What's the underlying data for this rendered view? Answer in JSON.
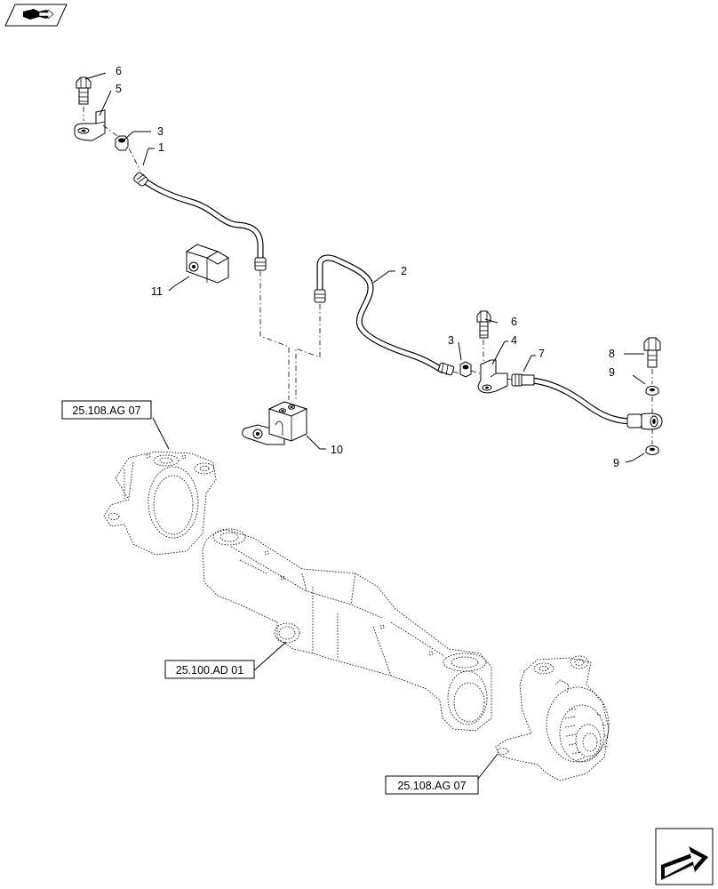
{
  "callouts": [
    {
      "id": "c6a",
      "label": "6"
    },
    {
      "id": "c5",
      "label": "5"
    },
    {
      "id": "c3a",
      "label": "3"
    },
    {
      "id": "c1",
      "label": "1"
    },
    {
      "id": "c11",
      "label": "11"
    },
    {
      "id": "c2",
      "label": "2"
    },
    {
      "id": "c6b",
      "label": "6"
    },
    {
      "id": "c3b",
      "label": "3"
    },
    {
      "id": "c4",
      "label": "4"
    },
    {
      "id": "c7",
      "label": "7"
    },
    {
      "id": "c8",
      "label": "8"
    },
    {
      "id": "c9a",
      "label": "9"
    },
    {
      "id": "c9b",
      "label": "9"
    },
    {
      "id": "c10",
      "label": "10"
    }
  ],
  "references": [
    {
      "id": "ref-knuckle-left",
      "label": "25.108.AG 07"
    },
    {
      "id": "ref-axle",
      "label": "25.100.AD 01"
    },
    {
      "id": "ref-knuckle-right",
      "label": "25.108.AG 07"
    }
  ],
  "icons": {
    "top_left": "book-arrow-icon",
    "bottom_right": "next-page-arrow-icon"
  }
}
